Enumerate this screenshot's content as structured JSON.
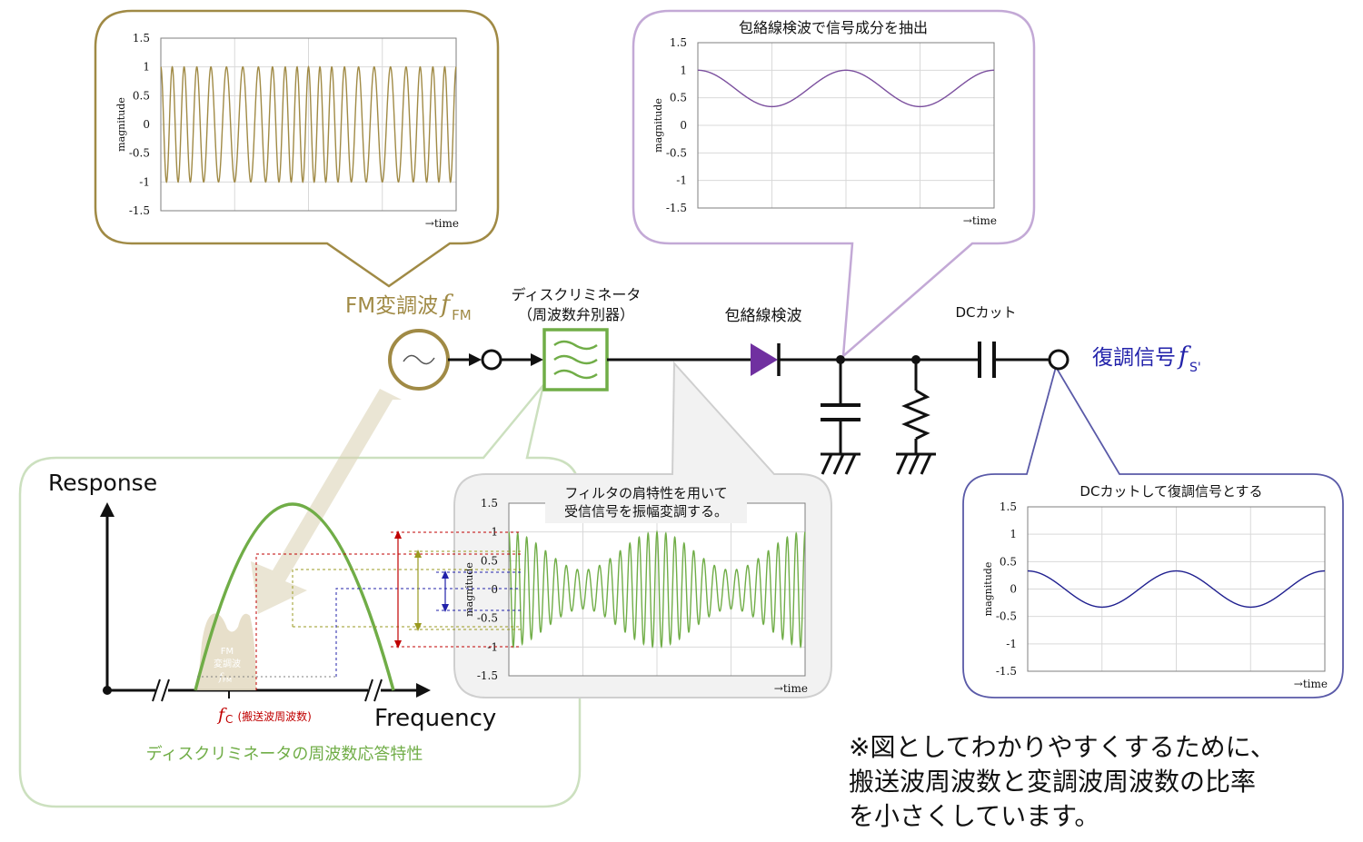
{
  "colors": {
    "fm": "#a08a45",
    "envelope_purple": "#7b4f9e",
    "filter_green": "#70ad47",
    "demod_blue": "#1f1f8f",
    "label_blue": "#2222aa",
    "axis_red": "#c00000",
    "spectrum_fill": "#e4dcc4"
  },
  "labels": {
    "fm_wave": "FM変調波",
    "fm_symbol": "f",
    "fm_sub": "FM",
    "discriminator_line1": "ディスクリミネータ",
    "discriminator_line2": "（周波数弁別器）",
    "envelope_detect": "包絡線検波",
    "dc_cut": "DCカット",
    "demod_signal": "復調信号",
    "demod_symbol": "f",
    "demod_sub": "S'",
    "note_line1": "※図としてわかりやすくするために、",
    "note_line2": "搬送波周波数と変調波周波数の比率",
    "note_line3": "を小さくしています。"
  },
  "response_chart": {
    "ylabel": "Response",
    "xlabel": "Frequency",
    "fc_symbol": "f",
    "fc_sub": "C",
    "fc_note": "(搬送波周波数)",
    "spectrum_line1": "FM",
    "spectrum_line2": "変調波",
    "spectrum_line3": "f",
    "spectrum_sub": "FM",
    "caption": "ディスクリミネータの周波数応答特性"
  },
  "chart_data": [
    {
      "id": "fm",
      "type": "line",
      "title": "",
      "ylabel": "magnitude",
      "xlabel": "→time",
      "yticks": [
        "1.5",
        "1",
        "0.5",
        "0",
        "-0.5",
        "-1",
        "-1.5"
      ],
      "ylim": [
        -1.5,
        1.5
      ],
      "xlim": [
        0,
        1
      ],
      "grid": true,
      "series": [
        {
          "function": "fm",
          "mean_cycles": 22,
          "deviation_cycles": 4,
          "modulation_cycles": 2
        }
      ]
    },
    {
      "id": "envelope",
      "type": "line",
      "title": "包絡線検波で信号成分を抽出",
      "ylabel": "magnitude",
      "xlabel": "→time",
      "yticks": [
        "1.5",
        "1",
        "0.5",
        "0",
        "-0.5",
        "-1",
        "-1.5"
      ],
      "ylim": [
        -1.5,
        1.5
      ],
      "xlim": [
        0,
        1
      ],
      "grid": true,
      "series": [
        {
          "function": "cosine",
          "mean": 0.67,
          "amplitude": 0.33,
          "cycles": 2
        }
      ]
    },
    {
      "id": "am",
      "type": "line",
      "title_line1": "フィルタの肩特性を用いて",
      "title_line2": "受信信号を振幅変調する。",
      "ylabel": "magnitude",
      "xlabel": "→time",
      "yticks": [
        "1.5",
        "1",
        "0.5",
        "0",
        "-0.5",
        "-1",
        "-1.5"
      ],
      "ylim": [
        -1.5,
        1.5
      ],
      "xlim": [
        0,
        1
      ],
      "grid": true,
      "series": [
        {
          "function": "am",
          "mean_cycles": 30,
          "deviation_cycles": 3.5,
          "modulation_cycles": 2,
          "envelope_mean": 0.67,
          "envelope_amplitude": 0.33
        }
      ]
    },
    {
      "id": "demod",
      "type": "line",
      "title": "DCカットして復調信号とする",
      "ylabel": "magnitude",
      "xlabel": "→time",
      "yticks": [
        "1.5",
        "1",
        "0.5",
        "0",
        "-0.5",
        "-1",
        "-1.5"
      ],
      "ylim": [
        -1.5,
        1.5
      ],
      "xlim": [
        0,
        1
      ],
      "grid": true,
      "series": [
        {
          "function": "cosine",
          "mean": 0,
          "amplitude": 0.33,
          "cycles": 2
        }
      ]
    }
  ]
}
